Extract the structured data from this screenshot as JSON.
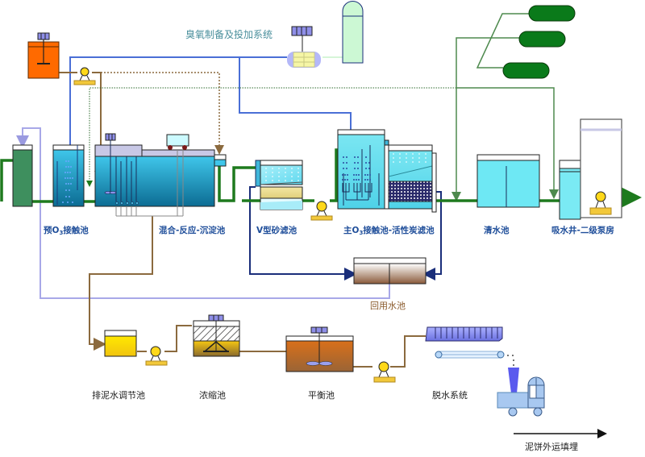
{
  "title": "Water treatment process flow diagram",
  "colors": {
    "main_water_pipe": "#1e7a1e",
    "ozone_pipe": "#4a6fd6",
    "chemical_dosing_pipe": "#8b6a3e",
    "backwash_return_pipe": "#a8a8e8",
    "reuse_pipe": "#1a2e7a",
    "oxygen_line": "#2e7d32",
    "label_blue": "#1f4e9a",
    "label_teal": "#4a8f9c"
  },
  "labels": {
    "ozone_system": "臭氧制备及投加系统",
    "pre_ozone_prefix": "预O",
    "pre_ozone_sub": "3",
    "pre_ozone_suffix": "接触池",
    "mix_react_settle": "混合-反应-沉淀池",
    "v_sand_filter": "V型砂滤池",
    "main_ozone_prefix": "主O",
    "main_ozone_sub": "3",
    "main_ozone_suffix": "接触池-活性炭滤池",
    "clear_water_tank": "清水池",
    "suction_well_pump": "吸水井-二级泵房",
    "reuse_water_tank": "回用水池",
    "sludge_equalization": "排泥水调节池",
    "thickener": "浓缩池",
    "balance_tank": "平衡池",
    "dewatering_system": "脱水系统",
    "sludge_cake_disposal": "泥饼外运填埋"
  },
  "units": [
    {
      "id": "raw-water-tank",
      "name": "Raw water intake"
    },
    {
      "id": "pre-ozone-contact-tank",
      "name": "预O3接触池"
    },
    {
      "id": "mix-react-settle-tank",
      "name": "混合-反应-沉淀池"
    },
    {
      "id": "v-sand-filter",
      "name": "V型砂滤池"
    },
    {
      "id": "main-ozone-contact-tank",
      "name": "主O3接触池"
    },
    {
      "id": "activated-carbon-filter",
      "name": "活性炭滤池"
    },
    {
      "id": "clear-water-tank",
      "name": "清水池"
    },
    {
      "id": "suction-well",
      "name": "吸水井"
    },
    {
      "id": "secondary-pump-house",
      "name": "二级泵房"
    },
    {
      "id": "reuse-water-tank",
      "name": "回用水池"
    },
    {
      "id": "sludge-equalization-tank",
      "name": "排泥水调节池"
    },
    {
      "id": "thickener",
      "name": "浓缩池"
    },
    {
      "id": "balance-tank",
      "name": "平衡池"
    },
    {
      "id": "dewatering-press",
      "name": "脱水系统"
    },
    {
      "id": "sludge-truck",
      "name": "泥饼外运填埋"
    },
    {
      "id": "ozone-generator",
      "name": "臭氧发生器"
    },
    {
      "id": "oxygen-tank",
      "name": "液氧罐"
    },
    {
      "id": "chlorine-cylinders",
      "name": "氯瓶",
      "count": 3
    },
    {
      "id": "dosing-tank",
      "name": "加药罐"
    }
  ]
}
